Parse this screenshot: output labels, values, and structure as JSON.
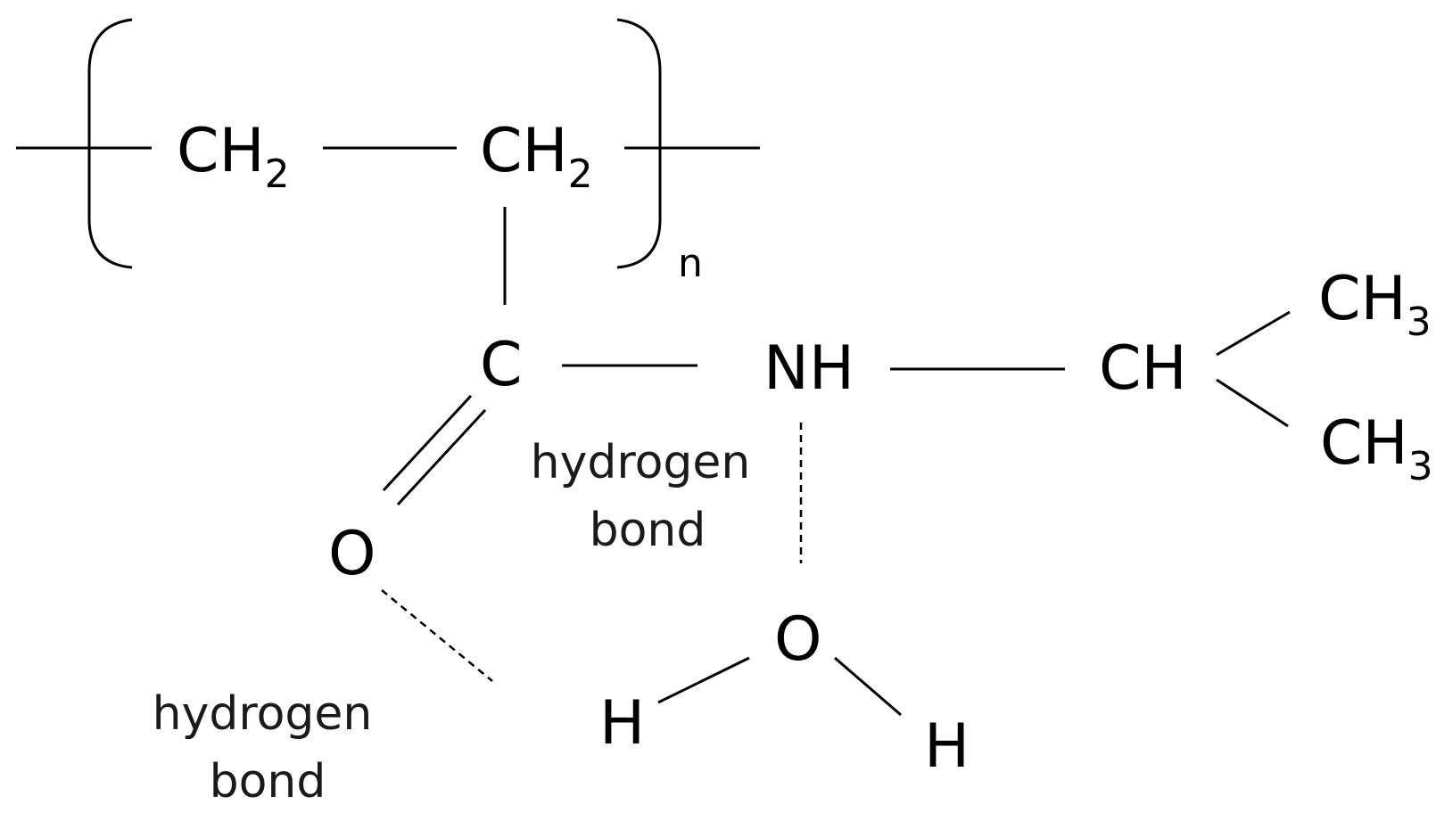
{
  "atoms": {
    "ch2_left": {
      "symbol": "CH",
      "subscript": "2"
    },
    "ch2_right": {
      "symbol": "CH",
      "subscript": "2"
    },
    "c": {
      "symbol": "C"
    },
    "nh": {
      "symbol": "NH"
    },
    "ch": {
      "symbol": "CH"
    },
    "ch3_top": {
      "symbol": "CH",
      "subscript": "3"
    },
    "ch3_bottom": {
      "symbol": "CH",
      "subscript": "3"
    },
    "o_carbonyl": {
      "symbol": "O"
    },
    "o_water": {
      "symbol": "O"
    },
    "h_left": {
      "symbol": "H"
    },
    "h_right": {
      "symbol": "H"
    }
  },
  "repeat_subscript": "n",
  "annotations": {
    "hbond_upper": {
      "line1": "hydrogen",
      "line2": "bond"
    },
    "hbond_lower": {
      "line1": "hydrogen",
      "line2": "bond"
    }
  }
}
